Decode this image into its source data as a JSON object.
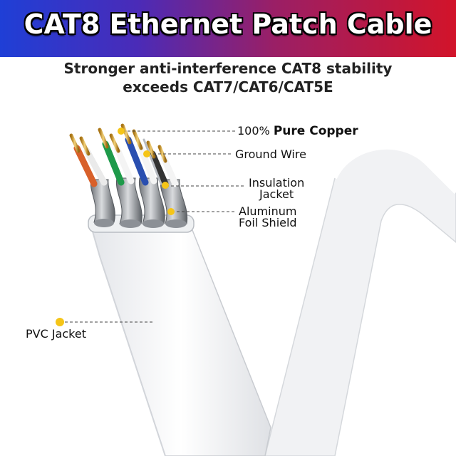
{
  "header": {
    "title": "CAT8 Ethernet Patch Cable",
    "subtitle_line1": "Stronger anti-interference CAT8 stability",
    "subtitle_line2": "exceeds CAT7/CAT6/CAT5E"
  },
  "callouts": {
    "copper_prefix": "100%",
    "copper": "Pure Copper",
    "ground": "Ground Wire",
    "insulation_line1": "Insulation",
    "insulation_line2": "Jacket",
    "foil_line1": "Aluminum",
    "foil_line2": "Foil Shield",
    "pvc": "PVC Jacket"
  },
  "colors": {
    "banner_left": "#1f3fd6",
    "banner_right": "#d2142a",
    "callout_dot": "#f5c518",
    "wire_orange": "#d8602a",
    "wire_green": "#1e9a4a",
    "wire_blue": "#2a4fb0",
    "wire_brown": "#333333",
    "copper": "#d4a233"
  }
}
